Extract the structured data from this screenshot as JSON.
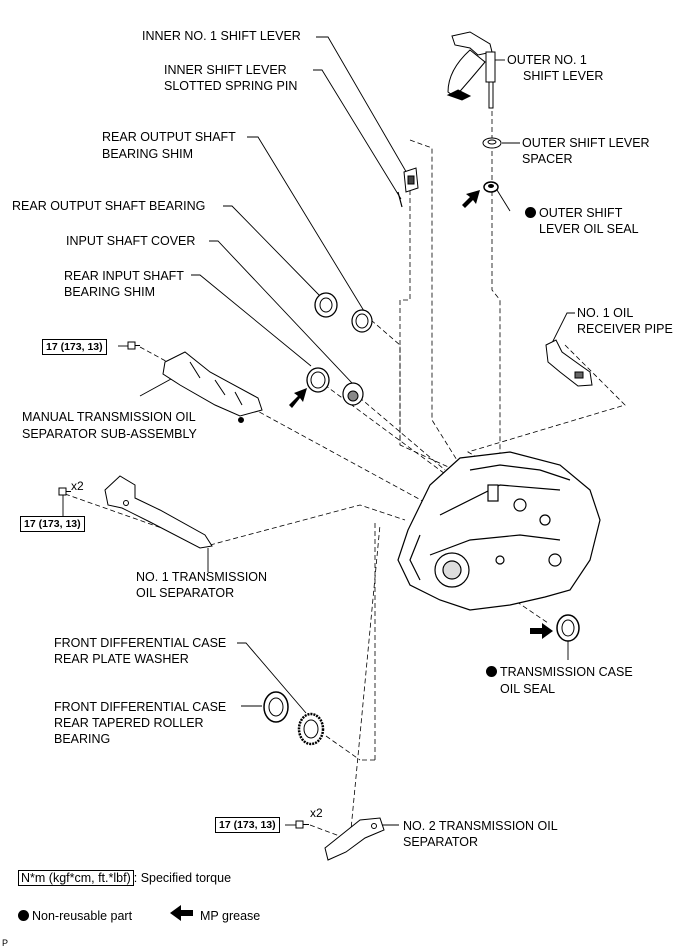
{
  "labels": {
    "inner_shift_lever": "INNER NO. 1 SHIFT LEVER",
    "slotted_pin_1": "INNER SHIFT LEVER",
    "slotted_pin_2": "SLOTTED SPRING PIN",
    "rear_shim_1": "REAR OUTPUT SHAFT",
    "rear_shim_2": "BEARING SHIM",
    "rear_output_bearing": "REAR OUTPUT SHAFT BEARING",
    "input_cover": "INPUT SHAFT COVER",
    "rear_input_shim_1": "REAR INPUT SHAFT",
    "rear_input_shim_2": "BEARING SHIM",
    "manual_sep_1": "MANUAL TRANSMISSION OIL",
    "manual_sep_2": "SEPARATOR SUB-ASSEMBLY",
    "no1_sep_1": "NO. 1 TRANSMISSION",
    "no1_sep_2": "OIL SEPARATOR",
    "front_washer_1": "FRONT DIFFERENTIAL CASE",
    "front_washer_2": "REAR PLATE WASHER",
    "front_bearing_1": "FRONT DIFFERENTIAL CASE",
    "front_bearing_2": "REAR TAPERED ROLLER",
    "front_bearing_3": "BEARING",
    "outer_lever_1": "OUTER NO. 1",
    "outer_lever_2": "SHIFT LEVER",
    "outer_spacer_1": "OUTER SHIFT LEVER",
    "outer_spacer_2": "SPACER",
    "outer_seal_1": "OUTER SHIFT",
    "outer_seal_2": "LEVER OIL SEAL",
    "oil_pipe_1": "NO. 1 OIL",
    "oil_pipe_2": "RECEIVER PIPE",
    "case_seal_1": "TRANSMISSION CASE",
    "case_seal_2": "OIL SEAL",
    "no2_sep_1": "NO. 2 TRANSMISSION OIL",
    "no2_sep_2": "SEPARATOR"
  },
  "torques": {
    "t1": "17 (173, 13)",
    "t2": "17 (173, 13)",
    "t3": "17 (173, 13)"
  },
  "multipliers": {
    "m1": "x2",
    "m2": "x2"
  },
  "legend": {
    "torque_unit": "N*m (kgf*cm, ft.*lbf)",
    "torque_desc": ": Specified torque",
    "nonreusable": "Non-reusable part",
    "grease": "MP grease"
  },
  "figure_code": "P"
}
